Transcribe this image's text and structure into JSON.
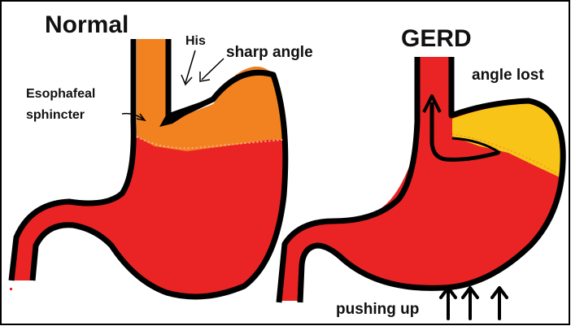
{
  "normal": {
    "title": "Normal",
    "labels": {
      "his": "His",
      "sharp_angle": "sharp angle",
      "sphincter_line1": "Esophafeal",
      "sphincter_line2": "sphincter"
    }
  },
  "gerd": {
    "title": "GERD",
    "labels": {
      "angle_lost": "angle lost",
      "pushing_up": "pushing up"
    }
  },
  "colors": {
    "stomach_red": "#ea2424",
    "upper_orange": "#f2821f",
    "reflux_yellow": "#f8c418",
    "outline": "#000000",
    "border": "#000000"
  }
}
